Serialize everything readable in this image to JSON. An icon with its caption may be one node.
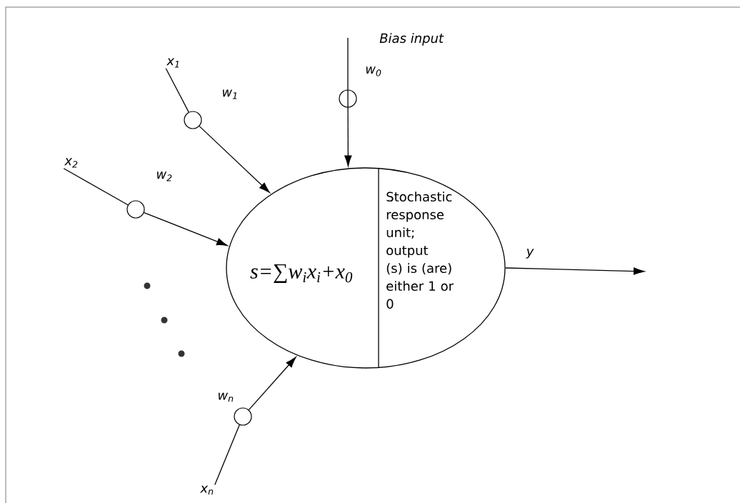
{
  "diagram": {
    "nodes": [
      {
        "text": [],
        "shape": "circle",
        "beside": [
          "Bias input",
          "w$_{0}$"
        ]
      },
      {
        "text": [
          "x$_{1}$"
        ]
      },
      {
        "text": [],
        "shape": "circle",
        "beside": [
          "w$_{1}$"
        ]
      },
      {
        "text": [
          "x$_{2}$"
        ]
      },
      {
        "text": [],
        "shape": "circle",
        "beside": [
          "w$_{2}$"
        ]
      },
      {
        "text": [
          "s=∑w$_{i}$x$_{i}$+x$_{0}$",
          "Stochastic response unit; output (s) is (are) either 1 or 0"
        ]
      },
      {
        "text": [],
        "shape": "circle",
        "beside": [
          "w$_{n}$"
        ]
      },
      {
        "text": [
          "x$_{n}$"
        ]
      }
    ],
    "edges": [
      {
        "from": null,
        "to": 0,
        "arrow": "none"
      },
      {
        "from": 0,
        "to": 5,
        "arrow": "to"
      },
      {
        "from": 1,
        "to": 2,
        "arrow": "none"
      },
      {
        "from": 2,
        "to": 5,
        "arrow": "to"
      },
      {
        "from": 3,
        "to": 4,
        "arrow": "none"
      },
      {
        "from": 4,
        "to": 5,
        "arrow": "to"
      },
      {
        "from": 7,
        "to": 6,
        "arrow": "none"
      },
      {
        "from": 6,
        "to": 5,
        "arrow": "to"
      },
      {
        "from": 5,
        "to": null,
        "arrow": "to",
        "label": "y"
      }
    ]
  }
}
